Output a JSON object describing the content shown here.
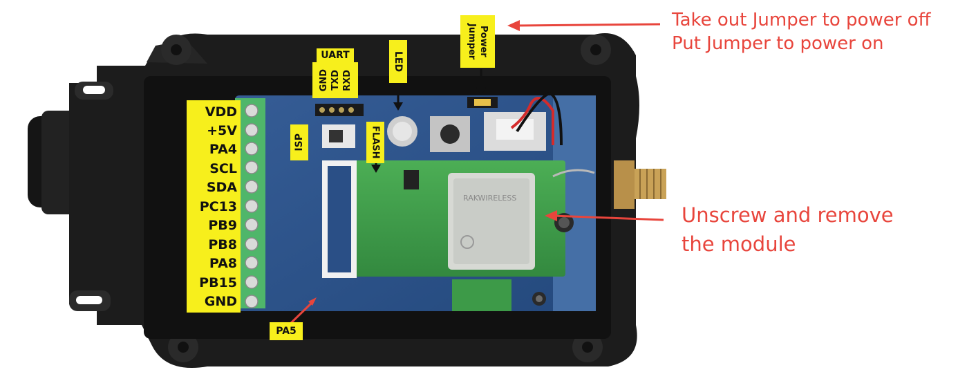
{
  "pins": [
    "VDD",
    "+5V",
    "PA4",
    "SCL",
    "SDA",
    "PC13",
    "PB9",
    "PB8",
    "PA8",
    "PB15",
    "GND"
  ],
  "uart": {
    "title": "UART",
    "pins": [
      "GND",
      "TXD",
      "RXD"
    ]
  },
  "labels": {
    "isp": "ISP",
    "flash": "FLASH",
    "led": "LED",
    "power_jumper_line1": "Power",
    "power_jumper_line2": "Jumper",
    "pa5": "PA5"
  },
  "annotations": {
    "jumper_line1": "Take out Jumper to power off",
    "jumper_line2": "Put Jumper to power on",
    "module_line1": "Unscrew and remove",
    "module_line2": "the module"
  },
  "colors": {
    "label_fill": "#f7ef1c",
    "annotation_red": "#e8453c",
    "enclosure": "#1b1b1b",
    "pcb_blue": "#2a4f86",
    "module_green": "#3f9e4a",
    "terminal_green": "#4fb66a"
  }
}
